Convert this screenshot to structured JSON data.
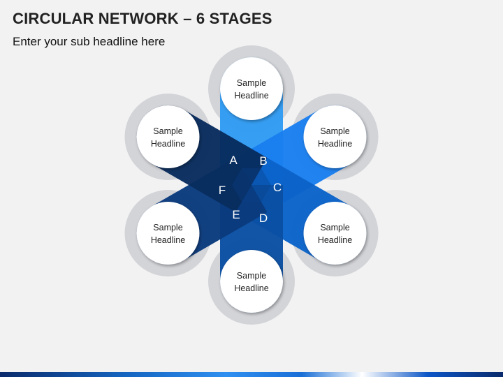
{
  "header": {
    "title": "CIRCULAR NETWORK – 6 STAGES",
    "subtitle": "Enter your sub headline here"
  },
  "stages": [
    {
      "letter": "A",
      "label_line1": "Sample",
      "label_line2": "Headline",
      "color": "#2f9bf3"
    },
    {
      "letter": "B",
      "label_line1": "Sample",
      "label_line2": "Headline",
      "color": "#1a7ff0"
    },
    {
      "letter": "C",
      "label_line1": "Sample",
      "label_line2": "Headline",
      "color": "#0b63c9"
    },
    {
      "letter": "D",
      "label_line1": "Sample",
      "label_line2": "Headline",
      "color": "#0a4fa3"
    },
    {
      "letter": "E",
      "label_line1": "Sample",
      "label_line2": "Headline",
      "color": "#0a3b7e"
    },
    {
      "letter": "F",
      "label_line1": "Sample",
      "label_line2": "Headline",
      "color": "#082c5e"
    }
  ],
  "colors": {
    "background": "#f2f2f2",
    "ring": "#d3d4d8",
    "node_fill": "#ffffff"
  }
}
